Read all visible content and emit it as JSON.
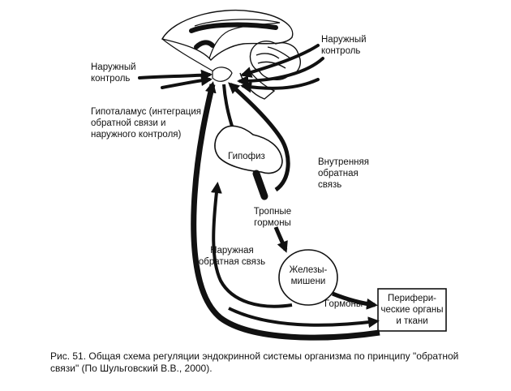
{
  "labels": {
    "external_control_right": "Наружный\nконтроль",
    "external_control_left": "Наружный\nконтроль",
    "hypothalamus": "Гипоталамус (интеграция\nобратной связи и\nнаружного контроля)",
    "pituitary": "Гипофиз",
    "internal_feedback": "Внутренняя\nобратная\nсвязь",
    "tropic_hormones": "Тропные\nгормоны",
    "external_feedback": "Наружная\nобратная связь",
    "target_glands": "Железы-\nмишени",
    "hormones": "Гормоны",
    "peripheral_organs": "Перифери-\nческие органы\nи ткани"
  },
  "caption": "Рис. 51. Общая схема регуляции эндокринной системы организма по принципу \"обратной связи\" (По Шульговский В.В., 2000).",
  "colors": {
    "ink": "#111111",
    "background": "#ffffff"
  }
}
